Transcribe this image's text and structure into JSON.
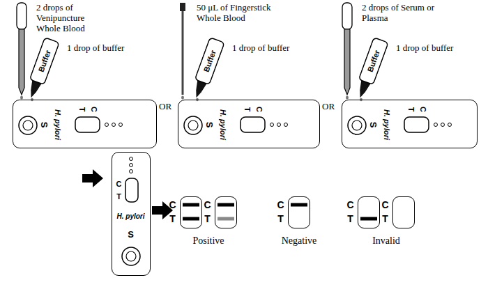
{
  "diagram": {
    "nodes": [
      {
        "text": [
          "Buffer"
        ]
      },
      {
        "text": [
          "Buffer"
        ]
      },
      {
        "text": [
          "Buffer"
        ]
      },
      {
        "text": [
          "S",
          "H. pylori",
          "T",
          "C"
        ]
      },
      {
        "text": [
          "S",
          "H. pylori",
          "T",
          "C"
        ]
      },
      {
        "text": [
          "S",
          "H. pylori",
          "T",
          "C"
        ]
      },
      {
        "text": [
          "C",
          "T",
          "H. pylori",
          "S"
        ]
      },
      {
        "text": [
          "C",
          "T"
        ]
      },
      {
        "text": [
          "C",
          "T"
        ]
      },
      {
        "text": [
          "C",
          "T"
        ]
      },
      {
        "text": [
          "C",
          "T"
        ]
      },
      {
        "text": [
          "C",
          "T"
        ]
      }
    ],
    "labels": [
      "2 drops of Venipuncture Whole Blood",
      "1 drop of buffer",
      "OR",
      "50 μL of Fingerstick Whole Blood",
      "1 drop of buffer",
      "OR",
      "2 drops of Serum or Plasma",
      "1 drop of buffer",
      "Positive",
      "Negative",
      "Invalid"
    ]
  }
}
